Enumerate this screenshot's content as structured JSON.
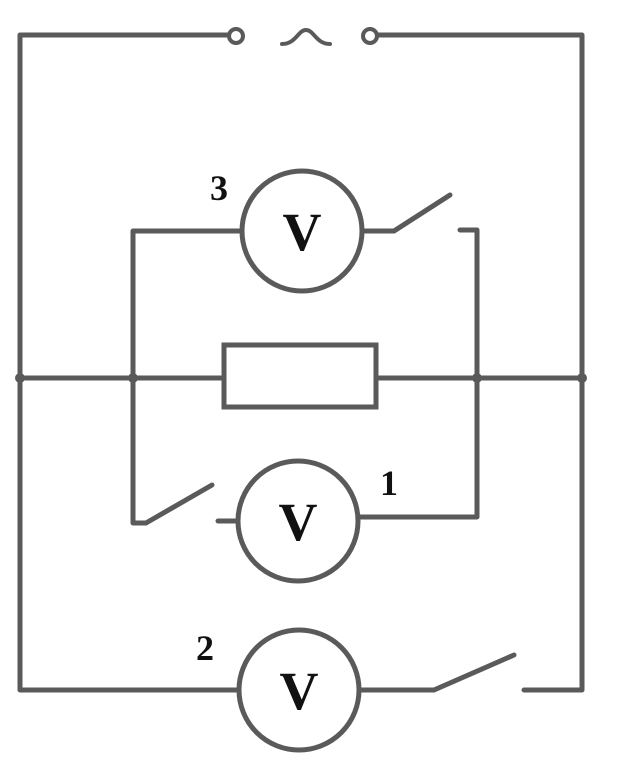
{
  "diagram": {
    "colors": {
      "wire": "#5a5a5a",
      "text": "#111111",
      "background": "#ffffff"
    },
    "source_symbol": "~",
    "meters": [
      {
        "id": "3",
        "label": "3",
        "letter": "V"
      },
      {
        "id": "1",
        "label": "1",
        "letter": "V"
      },
      {
        "id": "2",
        "label": "2",
        "letter": "V"
      }
    ],
    "components": {
      "resistor": "resistor-rectangle",
      "switches": [
        "switch-voltmeter-3",
        "switch-voltmeter-1",
        "switch-voltmeter-2"
      ]
    }
  }
}
